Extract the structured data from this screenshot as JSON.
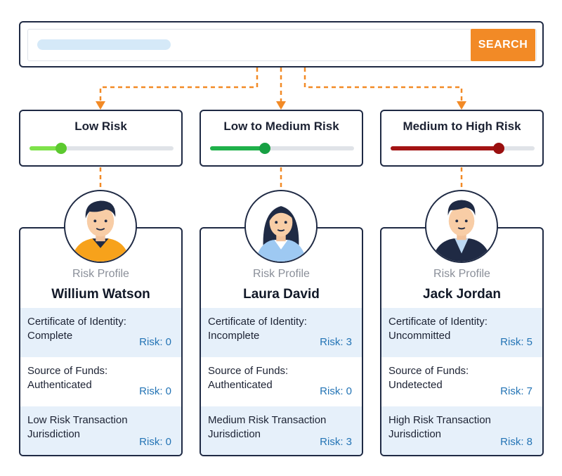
{
  "search": {
    "button_label": "SEARCH",
    "placeholder": ""
  },
  "colors": {
    "border": "#1f2a44",
    "accent": "#f28a26",
    "risk_value": "#2474b5",
    "row_shade": "#e6f0fa"
  },
  "risk_levels": [
    {
      "title": "Low Risk",
      "level": 0.22,
      "fill_color": "#7ee24a",
      "thumb_color": "#5cc92f"
    },
    {
      "title": "Low to Medium Risk",
      "level": 0.38,
      "fill_color": "#1fb14a",
      "thumb_color": "#17a043"
    },
    {
      "title": "Medium to High Risk",
      "level": 0.75,
      "fill_color": "#a31414",
      "thumb_color": "#9a0f0f"
    }
  ],
  "profiles": [
    {
      "label": "Risk Profile",
      "name": "Willium Watson",
      "avatar_icon": "man-avatar-orange-shirt-icon",
      "rows": [
        {
          "label": "Certificate of Identity: Complete",
          "risk": "Risk: 0"
        },
        {
          "label": "Source of Funds: Authenticated",
          "risk": "Risk: 0"
        },
        {
          "label": "Low Risk Transaction Jurisdiction",
          "risk": "Risk: 0"
        }
      ]
    },
    {
      "label": "Risk Profile",
      "name": "Laura David",
      "avatar_icon": "woman-avatar-blue-shirt-icon",
      "rows": [
        {
          "label": "Certificate of Identity: Incomplete",
          "risk": "Risk: 3"
        },
        {
          "label": "Source of Funds: Authenticated",
          "risk": "Risk: 0"
        },
        {
          "label": "Medium Risk Transaction Jurisdiction",
          "risk": "Risk: 3"
        }
      ]
    },
    {
      "label": "Risk Profile",
      "name": "Jack Jordan",
      "avatar_icon": "man-avatar-suit-icon",
      "rows": [
        {
          "label": "Certificate of Identity: Uncommitted",
          "risk": "Risk: 5"
        },
        {
          "label": "Source of Funds: Undetected",
          "risk": "Risk: 7"
        },
        {
          "label": "High Risk Transaction Jurisdiction",
          "risk": "Risk: 8"
        }
      ]
    }
  ]
}
